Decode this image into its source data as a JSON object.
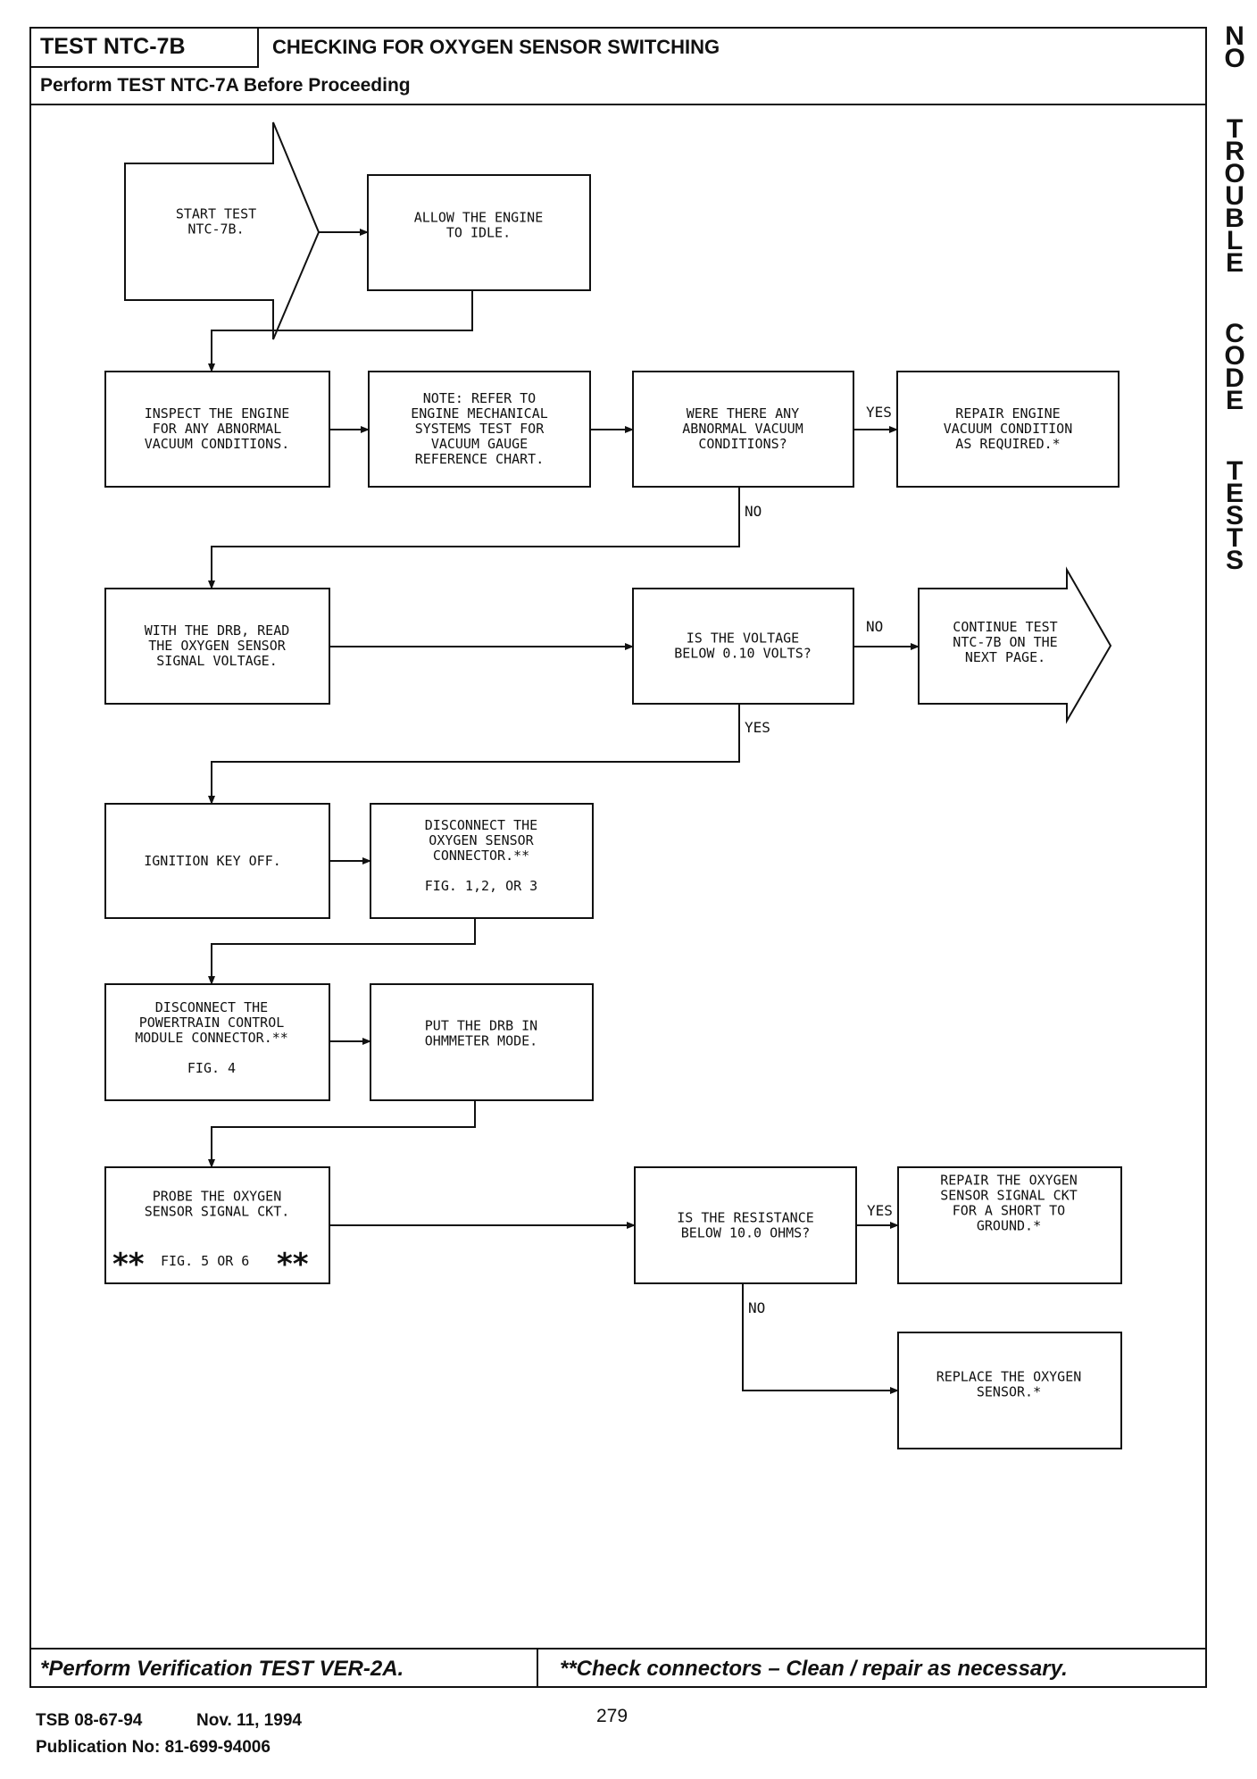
{
  "header": {
    "test_id": "TEST NTC-7B",
    "title": "CHECKING FOR OXYGEN SENSOR SWITCHING",
    "subtitle": "Perform TEST NTC-7A Before Proceeding"
  },
  "side_banner": [
    "NO",
    "TROUBLE",
    "CODE",
    "TESTS"
  ],
  "flowchart": {
    "start": [
      "START TEST",
      "NTC-7B."
    ],
    "idle": [
      "ALLOW THE ENGINE",
      "TO IDLE."
    ],
    "inspect": [
      "INSPECT THE ENGINE",
      "FOR ANY ABNORMAL",
      "VACUUM CONDITIONS."
    ],
    "note": [
      "NOTE: REFER TO",
      "ENGINE MECHANICAL",
      "SYSTEMS TEST FOR",
      "VACUUM GAUGE",
      "REFERENCE CHART."
    ],
    "q_vacuum": [
      "WERE THERE ANY",
      "ABNORMAL VACUUM",
      "CONDITIONS?"
    ],
    "repair_vacuum": [
      "REPAIR ENGINE",
      "VACUUM CONDITION",
      "AS REQUIRED.*"
    ],
    "read_voltage": [
      "WITH THE DRB, READ",
      "THE OXYGEN SENSOR",
      "SIGNAL VOLTAGE."
    ],
    "q_voltage": [
      "IS THE VOLTAGE",
      "BELOW 0.10 VOLTS?"
    ],
    "continue": [
      "CONTINUE TEST",
      "NTC-7B ON THE",
      "NEXT PAGE."
    ],
    "key_off": [
      "IGNITION KEY OFF."
    ],
    "disconnect_o2": [
      "DISCONNECT THE",
      "OXYGEN SENSOR",
      "CONNECTOR.**",
      "",
      "FIG. 1,2, OR 3"
    ],
    "disconnect_pcm": [
      "DISCONNECT THE",
      "POWERTRAIN CONTROL",
      "MODULE CONNECTOR.**",
      "",
      "FIG. 4"
    ],
    "ohmmeter": [
      "PUT THE DRB IN",
      "OHMMETER MODE."
    ],
    "probe": [
      "PROBE THE OXYGEN",
      "SENSOR SIGNAL CKT."
    ],
    "probe_fig": "FIG. 5 OR 6",
    "probe_stars_left": "**",
    "probe_stars_right": "**",
    "q_resistance": [
      "IS THE RESISTANCE",
      "BELOW 10.0 OHMS?"
    ],
    "repair_short": [
      "REPAIR THE OXYGEN",
      "SENSOR SIGNAL CKT",
      "FOR A SHORT TO",
      "GROUND.*"
    ],
    "replace": [
      "REPLACE THE OXYGEN",
      "SENSOR.*"
    ],
    "labels": {
      "yes1": "YES",
      "no1": "NO",
      "no2": "NO",
      "yes2": "YES",
      "yes3": "YES",
      "no3": "NO"
    }
  },
  "footer": {
    "left": "*Perform Verification TEST VER-2A.",
    "right": "**Check connectors – Clean / repair as necessary.",
    "tsb": "TSB 08-67-94",
    "date": "Nov. 11, 1994",
    "page": "279",
    "publication": "Publication No:  81-699-94006"
  }
}
